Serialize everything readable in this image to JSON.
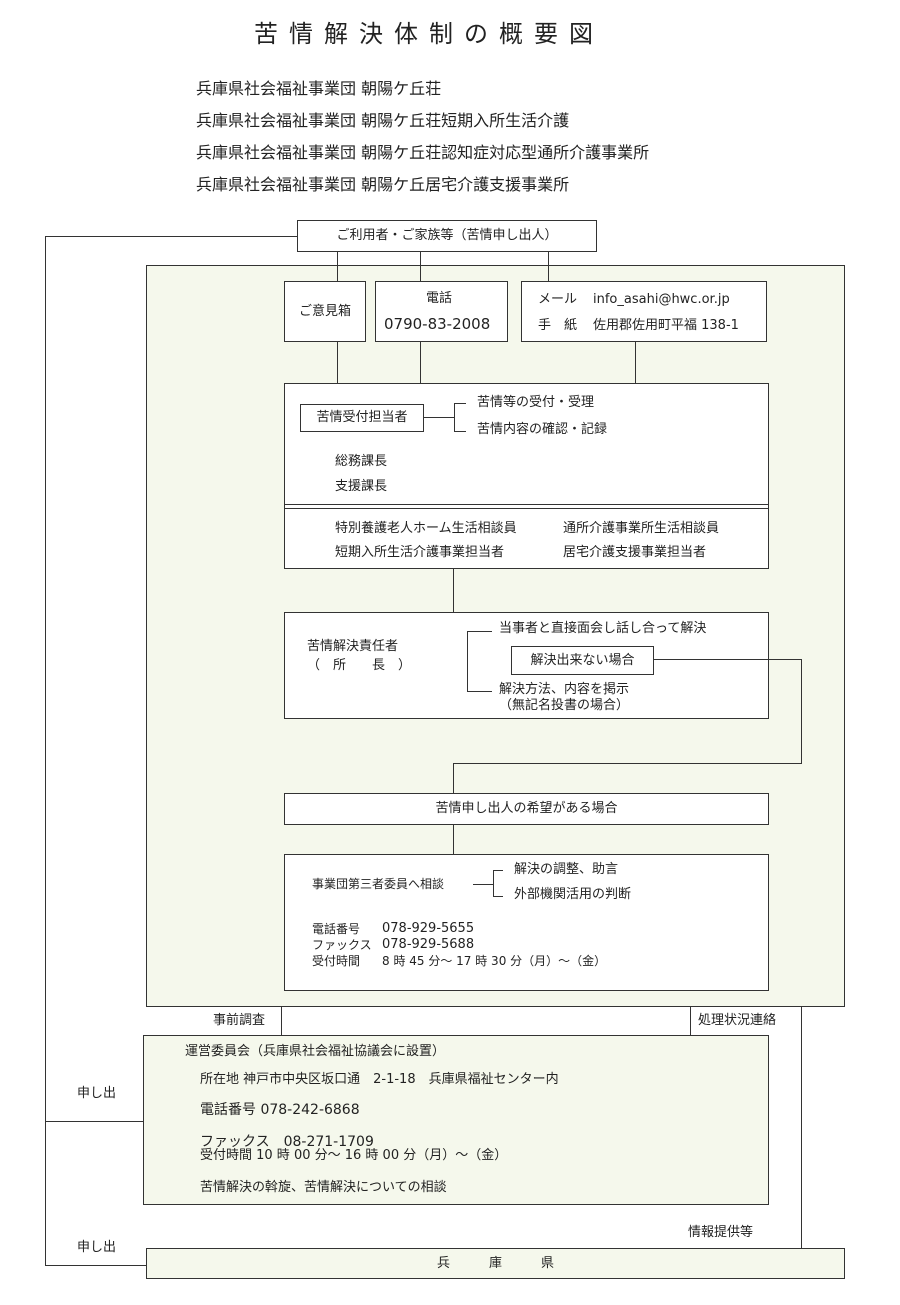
{
  "title": "苦情解決体制の概要図",
  "facilities": [
    "兵庫県社会福祉事業団 朝陽ケ丘荘",
    "兵庫県社会福祉事業団 朝陽ケ丘荘短期入所生活介護",
    "兵庫県社会福祉事業団 朝陽ケ丘荘認知症対応型通所介護事業所",
    "兵庫県社会福祉事業団 朝陽ケ丘居宅介護支援事業所"
  ],
  "user_box": "ご利用者・ご家族等（苦情申し出人）",
  "channels": {
    "opinion_box": "ご意見箱",
    "phone_label": "電話",
    "phone_number": "0790-83-2008",
    "mail_label": "メール",
    "mail_value": "info_asahi@hwc.or.jp",
    "letter_label": "手　紙",
    "letter_value": "佐用郡佐用町平福 138-1"
  },
  "reception": {
    "officer": "苦情受付担当者",
    "duties": [
      "苦情等の受付・受理",
      "苦情内容の確認・記録"
    ],
    "managers": [
      "総務課長",
      "支援課長"
    ],
    "staff": [
      "特別養護老人ホーム生活相談員",
      "通所介護事業所生活相談員",
      "短期入所生活介護事業担当者",
      "居宅介護支援事業担当者"
    ]
  },
  "resolution": {
    "officer_line1": "苦情解決責任者",
    "officer_line2": "（　所　　長　）",
    "direct": "当事者と直接面会し話し合って解決",
    "unresolved": "解決出来ない場合",
    "posting_line1": "解決方法、内容を掲示",
    "posting_line2": "（無記名投書の場合）"
  },
  "request": "苦情申し出人の希望がある場合",
  "third_party": {
    "label": "事業団第三者委員へ相談",
    "items": [
      "解決の調整、助言",
      "外部機関活用の判断"
    ],
    "tel_label": "電話番号",
    "tel": "078-929-5655",
    "fax_label": "ファックス",
    "fax": "078-929-5688",
    "hours_label": "受付時間",
    "hours": "8 時 45 分～ 17 時 30 分（月）～（金）"
  },
  "pre_investigation": "事前調査",
  "status_contact": "処理状況連絡",
  "committee": {
    "title": "運営委員会（兵庫県社会福祉協議会に設置）",
    "address": "所在地 神戸市中央区坂口通　2-1-18　兵庫県福祉センター内",
    "phone": "電話番号 078-242-6868",
    "fax": "ファックス　08-271-1709",
    "hours": "受付時間 10 時 00 分～ 16 時 00 分（月）～（金）",
    "role": "苦情解決の斡旋、苦情解決についての相談"
  },
  "apply_1": "申し出",
  "apply_2": "申し出",
  "info_provision": "情報提供等",
  "prefecture": "兵　　　庫　　　県"
}
